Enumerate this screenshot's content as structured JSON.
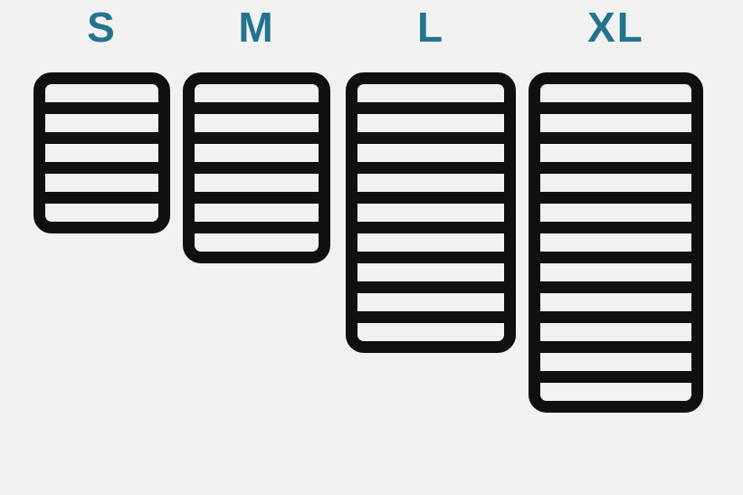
{
  "colors": {
    "background": "#f1f1f2",
    "stripe": "#101010",
    "row": "#f1f1f2",
    "label": "#23738f"
  },
  "sizes": [
    {
      "id": "s",
      "label": "S",
      "rows": 5,
      "bars": 4
    },
    {
      "id": "m",
      "label": "M",
      "rows": 6,
      "bars": 5
    },
    {
      "id": "l",
      "label": "L",
      "rows": 9,
      "bars": 8
    },
    {
      "id": "xl",
      "label": "XL",
      "rows": 11,
      "bars": 10
    }
  ]
}
